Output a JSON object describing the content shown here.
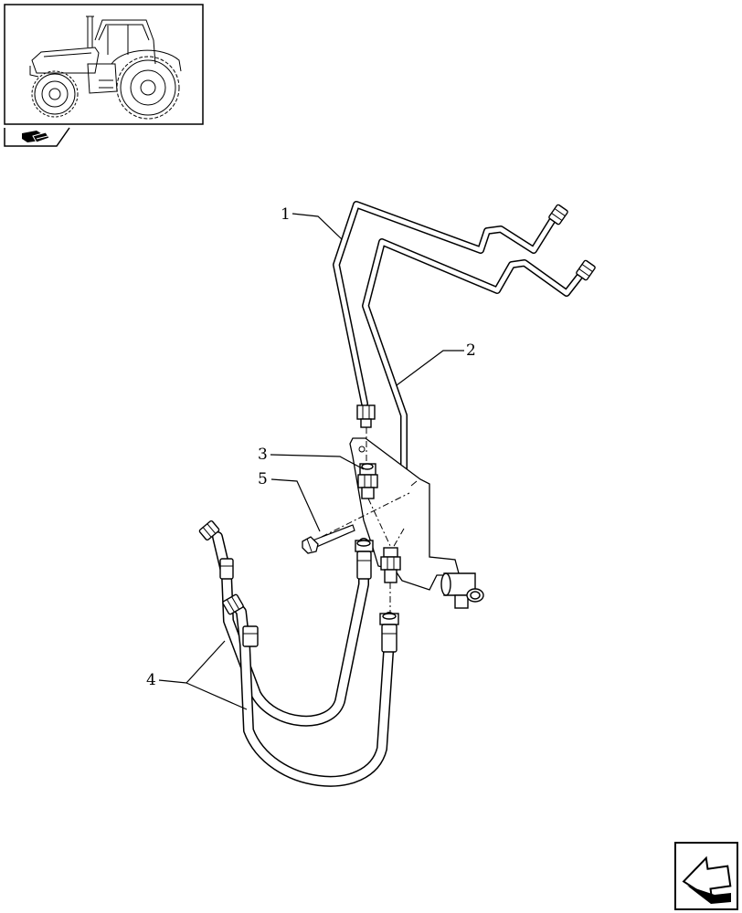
{
  "callouts": {
    "c1": "1",
    "c2": "2",
    "c3": "3",
    "c4": "4",
    "c5": "5"
  },
  "icons": {
    "thumbnail": "tractor-thumbnail",
    "section": "section-book-icon",
    "nav": "next-page-arrow-icon"
  }
}
